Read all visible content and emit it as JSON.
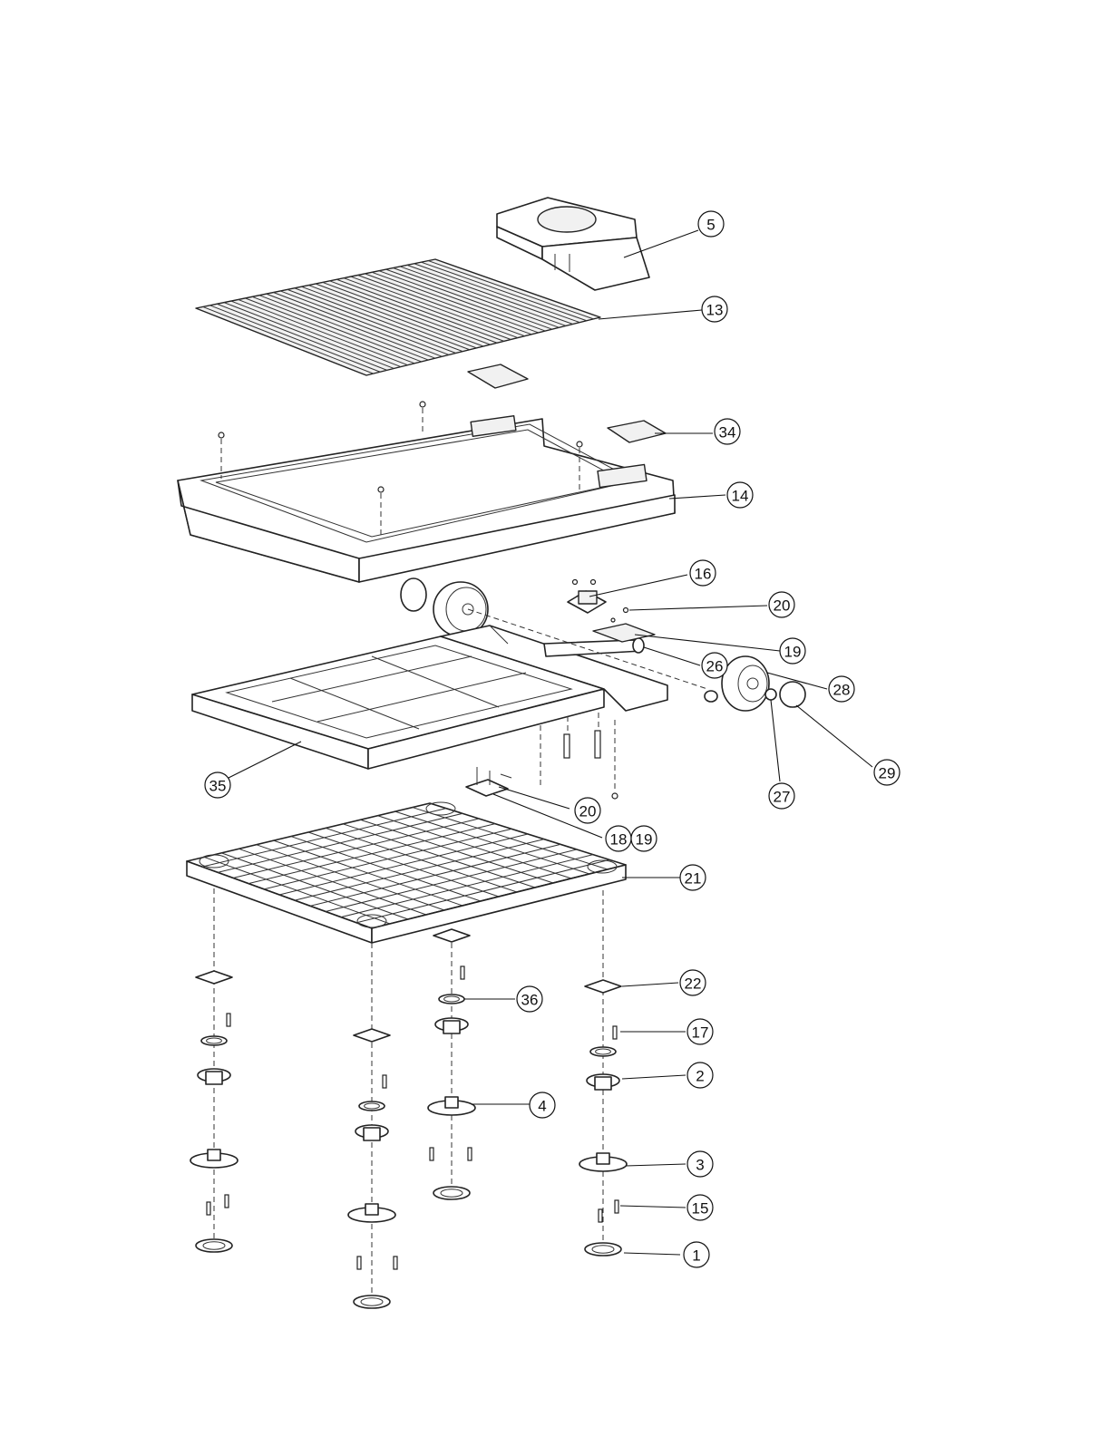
{
  "diagram": {
    "callouts": [
      {
        "id": "c5",
        "label": "5"
      },
      {
        "id": "c13",
        "label": "13"
      },
      {
        "id": "c34",
        "label": "34"
      },
      {
        "id": "c14",
        "label": "14"
      },
      {
        "id": "c16",
        "label": "16"
      },
      {
        "id": "c20a",
        "label": "20"
      },
      {
        "id": "c19a",
        "label": "19"
      },
      {
        "id": "c26",
        "label": "26"
      },
      {
        "id": "c28",
        "label": "28"
      },
      {
        "id": "c29",
        "label": "29"
      },
      {
        "id": "c27",
        "label": "27"
      },
      {
        "id": "c35",
        "label": "35"
      },
      {
        "id": "c20b",
        "label": "20"
      },
      {
        "id": "c18",
        "label": "18"
      },
      {
        "id": "c19b",
        "label": "19"
      },
      {
        "id": "c21",
        "label": "21"
      },
      {
        "id": "c22",
        "label": "22"
      },
      {
        "id": "c36",
        "label": "36"
      },
      {
        "id": "c17",
        "label": "17"
      },
      {
        "id": "c2",
        "label": "2"
      },
      {
        "id": "c4",
        "label": "4"
      },
      {
        "id": "c3",
        "label": "3"
      },
      {
        "id": "c15",
        "label": "15"
      },
      {
        "id": "c1",
        "label": "1"
      }
    ]
  }
}
